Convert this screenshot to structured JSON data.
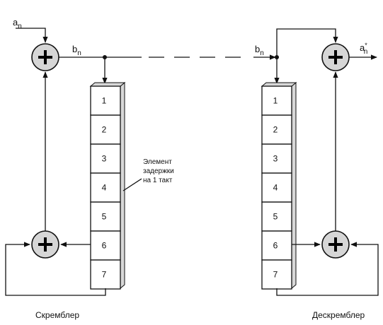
{
  "labels": {
    "a_in": "a",
    "a_in_sub": "n",
    "b_left": "b",
    "b_left_sub": "n",
    "b_right": "b",
    "b_right_sub": "n",
    "a_out": "a",
    "a_out_sub": "n",
    "a_out_sup": "*",
    "delay_note_1": "Элемент",
    "delay_note_2": "задержки",
    "delay_note_3": "на 1 такт",
    "scrambler": "Скремблер",
    "descrambler": "Дескремблер"
  },
  "cells": [
    "1",
    "2",
    "3",
    "4",
    "5",
    "6",
    "7"
  ],
  "colors": {
    "stroke": "#111111",
    "adder_fill": "#d6d6d6"
  }
}
